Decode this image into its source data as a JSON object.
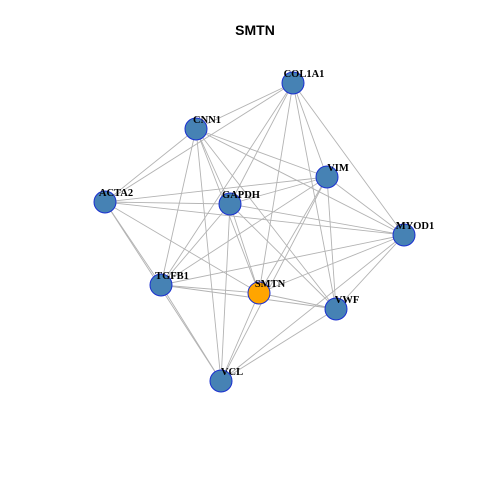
{
  "title": "SMTN",
  "colors": {
    "node_default": "#4682b4",
    "node_highlight": "#ffa500",
    "node_border": "#1a2fd0",
    "edge": "#b3b3b3"
  },
  "nodes": [
    {
      "id": "COL1A1",
      "label": "COL1A1",
      "highlight": false
    },
    {
      "id": "CNN1",
      "label": "CNN1",
      "highlight": false
    },
    {
      "id": "VIM",
      "label": "VIM",
      "highlight": false
    },
    {
      "id": "ACTA2",
      "label": "ACTA2",
      "highlight": false
    },
    {
      "id": "GAPDH",
      "label": "GAPDH",
      "highlight": false
    },
    {
      "id": "MYOD1",
      "label": "MYOD1",
      "highlight": false
    },
    {
      "id": "TGFB1",
      "label": "TGFB1",
      "highlight": false
    },
    {
      "id": "SMTN",
      "label": "SMTN",
      "highlight": true
    },
    {
      "id": "VWF",
      "label": "VWF",
      "highlight": false
    },
    {
      "id": "VCL",
      "label": "VCL",
      "highlight": false
    }
  ],
  "edges": [
    [
      "COL1A1",
      "CNN1"
    ],
    [
      "COL1A1",
      "VIM"
    ],
    [
      "COL1A1",
      "ACTA2"
    ],
    [
      "COL1A1",
      "GAPDH"
    ],
    [
      "COL1A1",
      "MYOD1"
    ],
    [
      "COL1A1",
      "TGFB1"
    ],
    [
      "COL1A1",
      "SMTN"
    ],
    [
      "COL1A1",
      "VWF"
    ],
    [
      "CNN1",
      "VIM"
    ],
    [
      "CNN1",
      "ACTA2"
    ],
    [
      "CNN1",
      "MYOD1"
    ],
    [
      "CNN1",
      "TGFB1"
    ],
    [
      "CNN1",
      "SMTN"
    ],
    [
      "CNN1",
      "VWF"
    ],
    [
      "CNN1",
      "VCL"
    ],
    [
      "CNN1",
      "GAPDH"
    ],
    [
      "VIM",
      "ACTA2"
    ],
    [
      "VIM",
      "GAPDH"
    ],
    [
      "VIM",
      "MYOD1"
    ],
    [
      "VIM",
      "TGFB1"
    ],
    [
      "VIM",
      "SMTN"
    ],
    [
      "VIM",
      "VWF"
    ],
    [
      "VIM",
      "VCL"
    ],
    [
      "ACTA2",
      "GAPDH"
    ],
    [
      "ACTA2",
      "MYOD1"
    ],
    [
      "ACTA2",
      "TGFB1"
    ],
    [
      "ACTA2",
      "SMTN"
    ],
    [
      "ACTA2",
      "VCL"
    ],
    [
      "GAPDH",
      "TGFB1"
    ],
    [
      "GAPDH",
      "SMTN"
    ],
    [
      "GAPDH",
      "VWF"
    ],
    [
      "GAPDH",
      "VCL"
    ],
    [
      "GAPDH",
      "MYOD1"
    ],
    [
      "MYOD1",
      "TGFB1"
    ],
    [
      "MYOD1",
      "SMTN"
    ],
    [
      "MYOD1",
      "VWF"
    ],
    [
      "MYOD1",
      "VCL"
    ],
    [
      "TGFB1",
      "SMTN"
    ],
    [
      "TGFB1",
      "VWF"
    ],
    [
      "TGFB1",
      "VCL"
    ],
    [
      "SMTN",
      "VWF"
    ],
    [
      "SMTN",
      "VCL"
    ],
    [
      "VWF",
      "VCL"
    ]
  ]
}
